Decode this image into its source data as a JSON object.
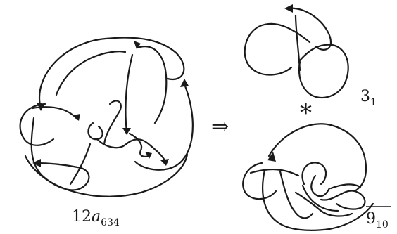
{
  "left_knot": {
    "name_main": "12",
    "name_var": "a",
    "name_sub": "634"
  },
  "implies_symbol": "⇒",
  "top_right_knot": {
    "name_main": "3",
    "name_sub": "1"
  },
  "connect_sum_symbol": "*",
  "bottom_right_knot": {
    "name_main": "9",
    "name_sub": "10",
    "mirror_overline": true
  }
}
